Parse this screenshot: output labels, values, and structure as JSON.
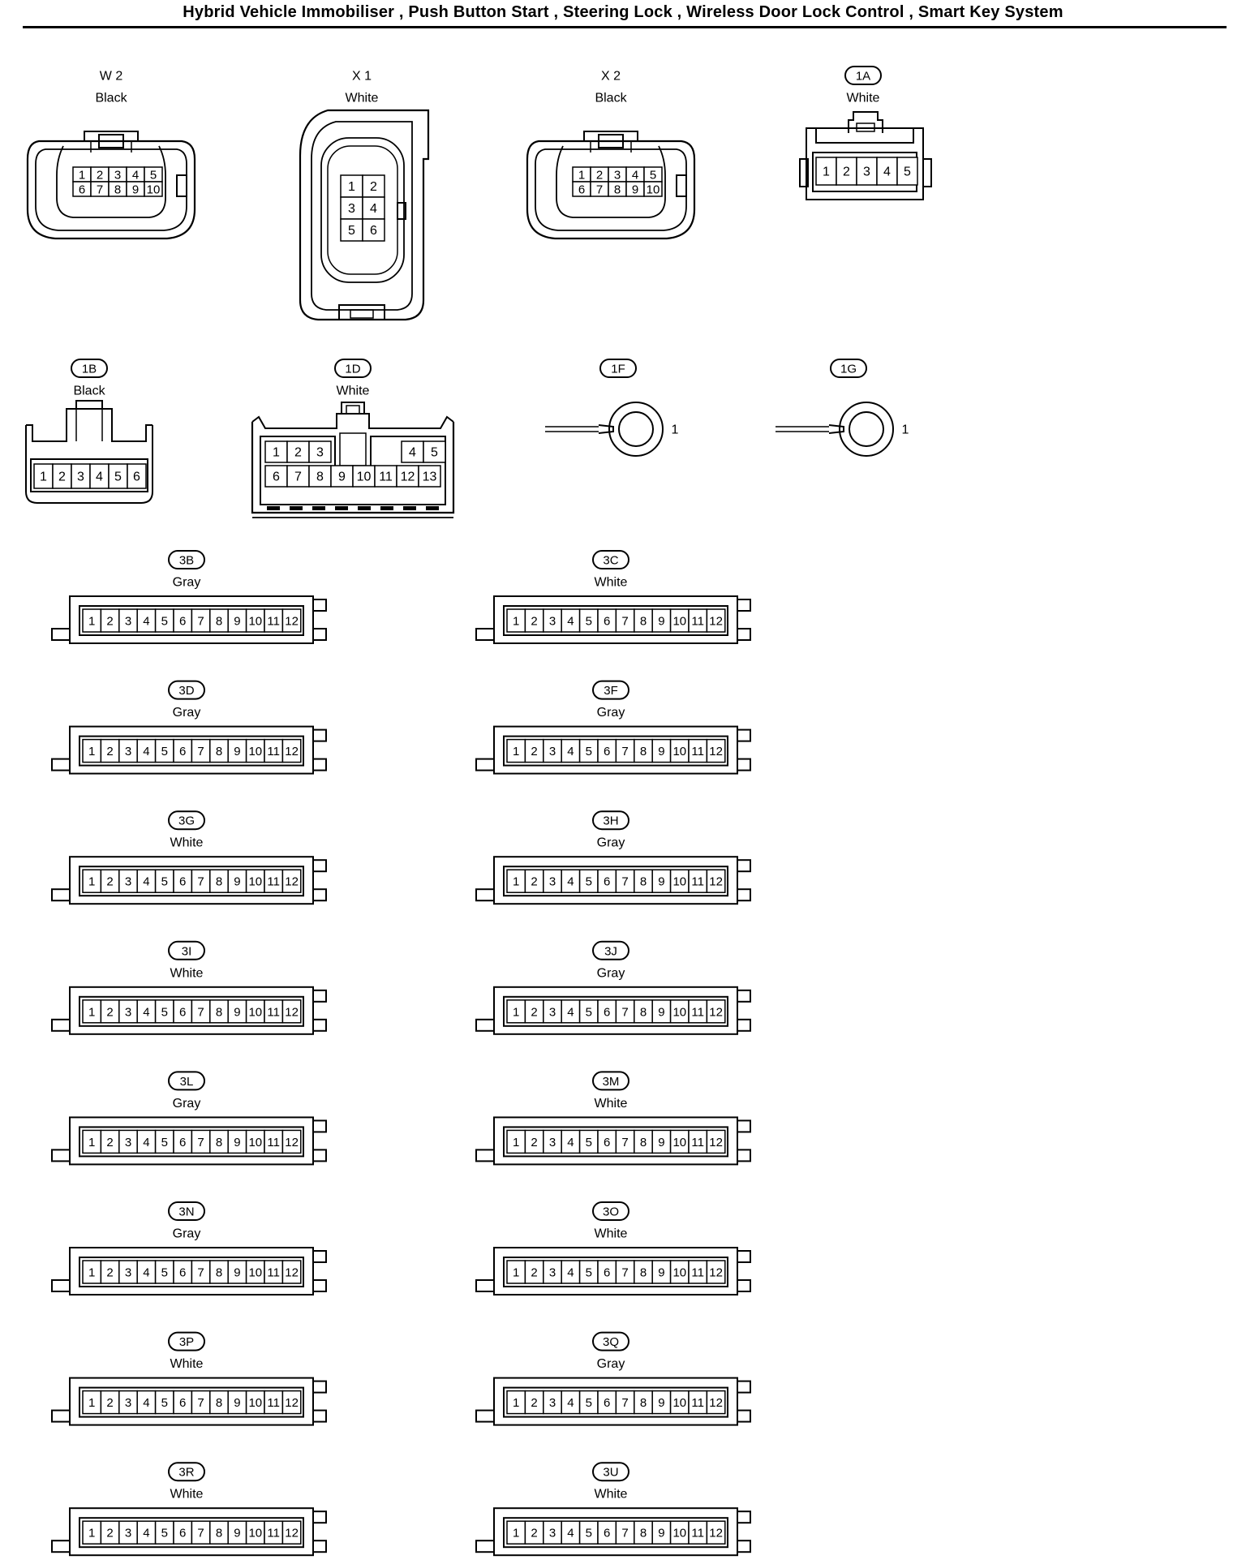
{
  "header": {
    "title": "Hybrid Vehicle Immobiliser , Push Button Start , Steering Lock , Wireless Door Lock Control , Smart Key System"
  },
  "connectors": [
    {
      "id": "W2",
      "code_display": "W 2",
      "color": "Black",
      "style": "plain",
      "type": "w2",
      "pins": [
        "1",
        "2",
        "3",
        "4",
        "5",
        "6",
        "7",
        "8",
        "9",
        "10"
      ]
    },
    {
      "id": "X1",
      "code_display": "X 1",
      "color": "White",
      "style": "plain",
      "type": "x1",
      "pins": [
        "1",
        "2",
        "3",
        "4",
        "5",
        "6"
      ]
    },
    {
      "id": "X2",
      "code_display": "X 2",
      "color": "Black",
      "style": "plain",
      "type": "w2",
      "pins": [
        "1",
        "2",
        "3",
        "4",
        "5",
        "6",
        "7",
        "8",
        "9",
        "10"
      ]
    },
    {
      "id": "1A",
      "code_display": "1A",
      "color": "White",
      "style": "oval",
      "type": "c5",
      "pins": [
        "1",
        "2",
        "3",
        "4",
        "5"
      ]
    },
    {
      "id": "1B",
      "code_display": "1B",
      "color": "Black",
      "style": "oval",
      "type": "c6",
      "pins": [
        "1",
        "2",
        "3",
        "4",
        "5",
        "6"
      ]
    },
    {
      "id": "1D",
      "code_display": "1D",
      "color": "White",
      "style": "oval",
      "type": "c13",
      "pins": [
        "1",
        "2",
        "3",
        "4",
        "5",
        "6",
        "7",
        "8",
        "9",
        "10",
        "11",
        "12",
        "13"
      ]
    },
    {
      "id": "1F",
      "code_display": "1F",
      "color": "",
      "style": "oval",
      "type": "ring",
      "pins": [
        "1"
      ]
    },
    {
      "id": "1G",
      "code_display": "1G",
      "color": "",
      "style": "oval",
      "type": "ring",
      "pins": [
        "1"
      ]
    },
    {
      "id": "3B",
      "code_display": "3B",
      "color": "Gray",
      "style": "oval",
      "type": "j12",
      "pins": [
        "1",
        "2",
        "3",
        "4",
        "5",
        "6",
        "7",
        "8",
        "9",
        "10",
        "11",
        "12"
      ]
    },
    {
      "id": "3C",
      "code_display": "3C",
      "color": "White",
      "style": "oval",
      "type": "j12",
      "pins": [
        "1",
        "2",
        "3",
        "4",
        "5",
        "6",
        "7",
        "8",
        "9",
        "10",
        "11",
        "12"
      ]
    },
    {
      "id": "3D",
      "code_display": "3D",
      "color": "Gray",
      "style": "oval",
      "type": "j12",
      "pins": [
        "1",
        "2",
        "3",
        "4",
        "5",
        "6",
        "7",
        "8",
        "9",
        "10",
        "11",
        "12"
      ]
    },
    {
      "id": "3F",
      "code_display": "3F",
      "color": "Gray",
      "style": "oval",
      "type": "j12",
      "pins": [
        "1",
        "2",
        "3",
        "4",
        "5",
        "6",
        "7",
        "8",
        "9",
        "10",
        "11",
        "12"
      ]
    },
    {
      "id": "3G",
      "code_display": "3G",
      "color": "White",
      "style": "oval",
      "type": "j12",
      "pins": [
        "1",
        "2",
        "3",
        "4",
        "5",
        "6",
        "7",
        "8",
        "9",
        "10",
        "11",
        "12"
      ]
    },
    {
      "id": "3H",
      "code_display": "3H",
      "color": "Gray",
      "style": "oval",
      "type": "j12",
      "pins": [
        "1",
        "2",
        "3",
        "4",
        "5",
        "6",
        "7",
        "8",
        "9",
        "10",
        "11",
        "12"
      ]
    },
    {
      "id": "3I",
      "code_display": "3I",
      "color": "White",
      "style": "oval",
      "type": "j12",
      "pins": [
        "1",
        "2",
        "3",
        "4",
        "5",
        "6",
        "7",
        "8",
        "9",
        "10",
        "11",
        "12"
      ]
    },
    {
      "id": "3J",
      "code_display": "3J",
      "color": "Gray",
      "style": "oval",
      "type": "j12",
      "pins": [
        "1",
        "2",
        "3",
        "4",
        "5",
        "6",
        "7",
        "8",
        "9",
        "10",
        "11",
        "12"
      ]
    },
    {
      "id": "3L",
      "code_display": "3L",
      "color": "Gray",
      "style": "oval",
      "type": "j12",
      "pins": [
        "1",
        "2",
        "3",
        "4",
        "5",
        "6",
        "7",
        "8",
        "9",
        "10",
        "11",
        "12"
      ]
    },
    {
      "id": "3M",
      "code_display": "3M",
      "color": "White",
      "style": "oval",
      "type": "j12",
      "pins": [
        "1",
        "2",
        "3",
        "4",
        "5",
        "6",
        "7",
        "8",
        "9",
        "10",
        "11",
        "12"
      ]
    },
    {
      "id": "3N",
      "code_display": "3N",
      "color": "Gray",
      "style": "oval",
      "type": "j12",
      "pins": [
        "1",
        "2",
        "3",
        "4",
        "5",
        "6",
        "7",
        "8",
        "9",
        "10",
        "11",
        "12"
      ]
    },
    {
      "id": "3O",
      "code_display": "3O",
      "color": "White",
      "style": "oval",
      "type": "j12",
      "pins": [
        "1",
        "2",
        "3",
        "4",
        "5",
        "6",
        "7",
        "8",
        "9",
        "10",
        "11",
        "12"
      ]
    },
    {
      "id": "3P",
      "code_display": "3P",
      "color": "White",
      "style": "oval",
      "type": "j12",
      "pins": [
        "1",
        "2",
        "3",
        "4",
        "5",
        "6",
        "7",
        "8",
        "9",
        "10",
        "11",
        "12"
      ]
    },
    {
      "id": "3Q",
      "code_display": "3Q",
      "color": "Gray",
      "style": "oval",
      "type": "j12",
      "pins": [
        "1",
        "2",
        "3",
        "4",
        "5",
        "6",
        "7",
        "8",
        "9",
        "10",
        "11",
        "12"
      ]
    },
    {
      "id": "3R",
      "code_display": "3R",
      "color": "White",
      "style": "oval",
      "type": "j12",
      "pins": [
        "1",
        "2",
        "3",
        "4",
        "5",
        "6",
        "7",
        "8",
        "9",
        "10",
        "11",
        "12"
      ]
    },
    {
      "id": "3U",
      "code_display": "3U",
      "color": "White",
      "style": "oval",
      "type": "j12",
      "pins": [
        "1",
        "2",
        "3",
        "4",
        "5",
        "6",
        "7",
        "8",
        "9",
        "10",
        "11",
        "12"
      ]
    }
  ]
}
